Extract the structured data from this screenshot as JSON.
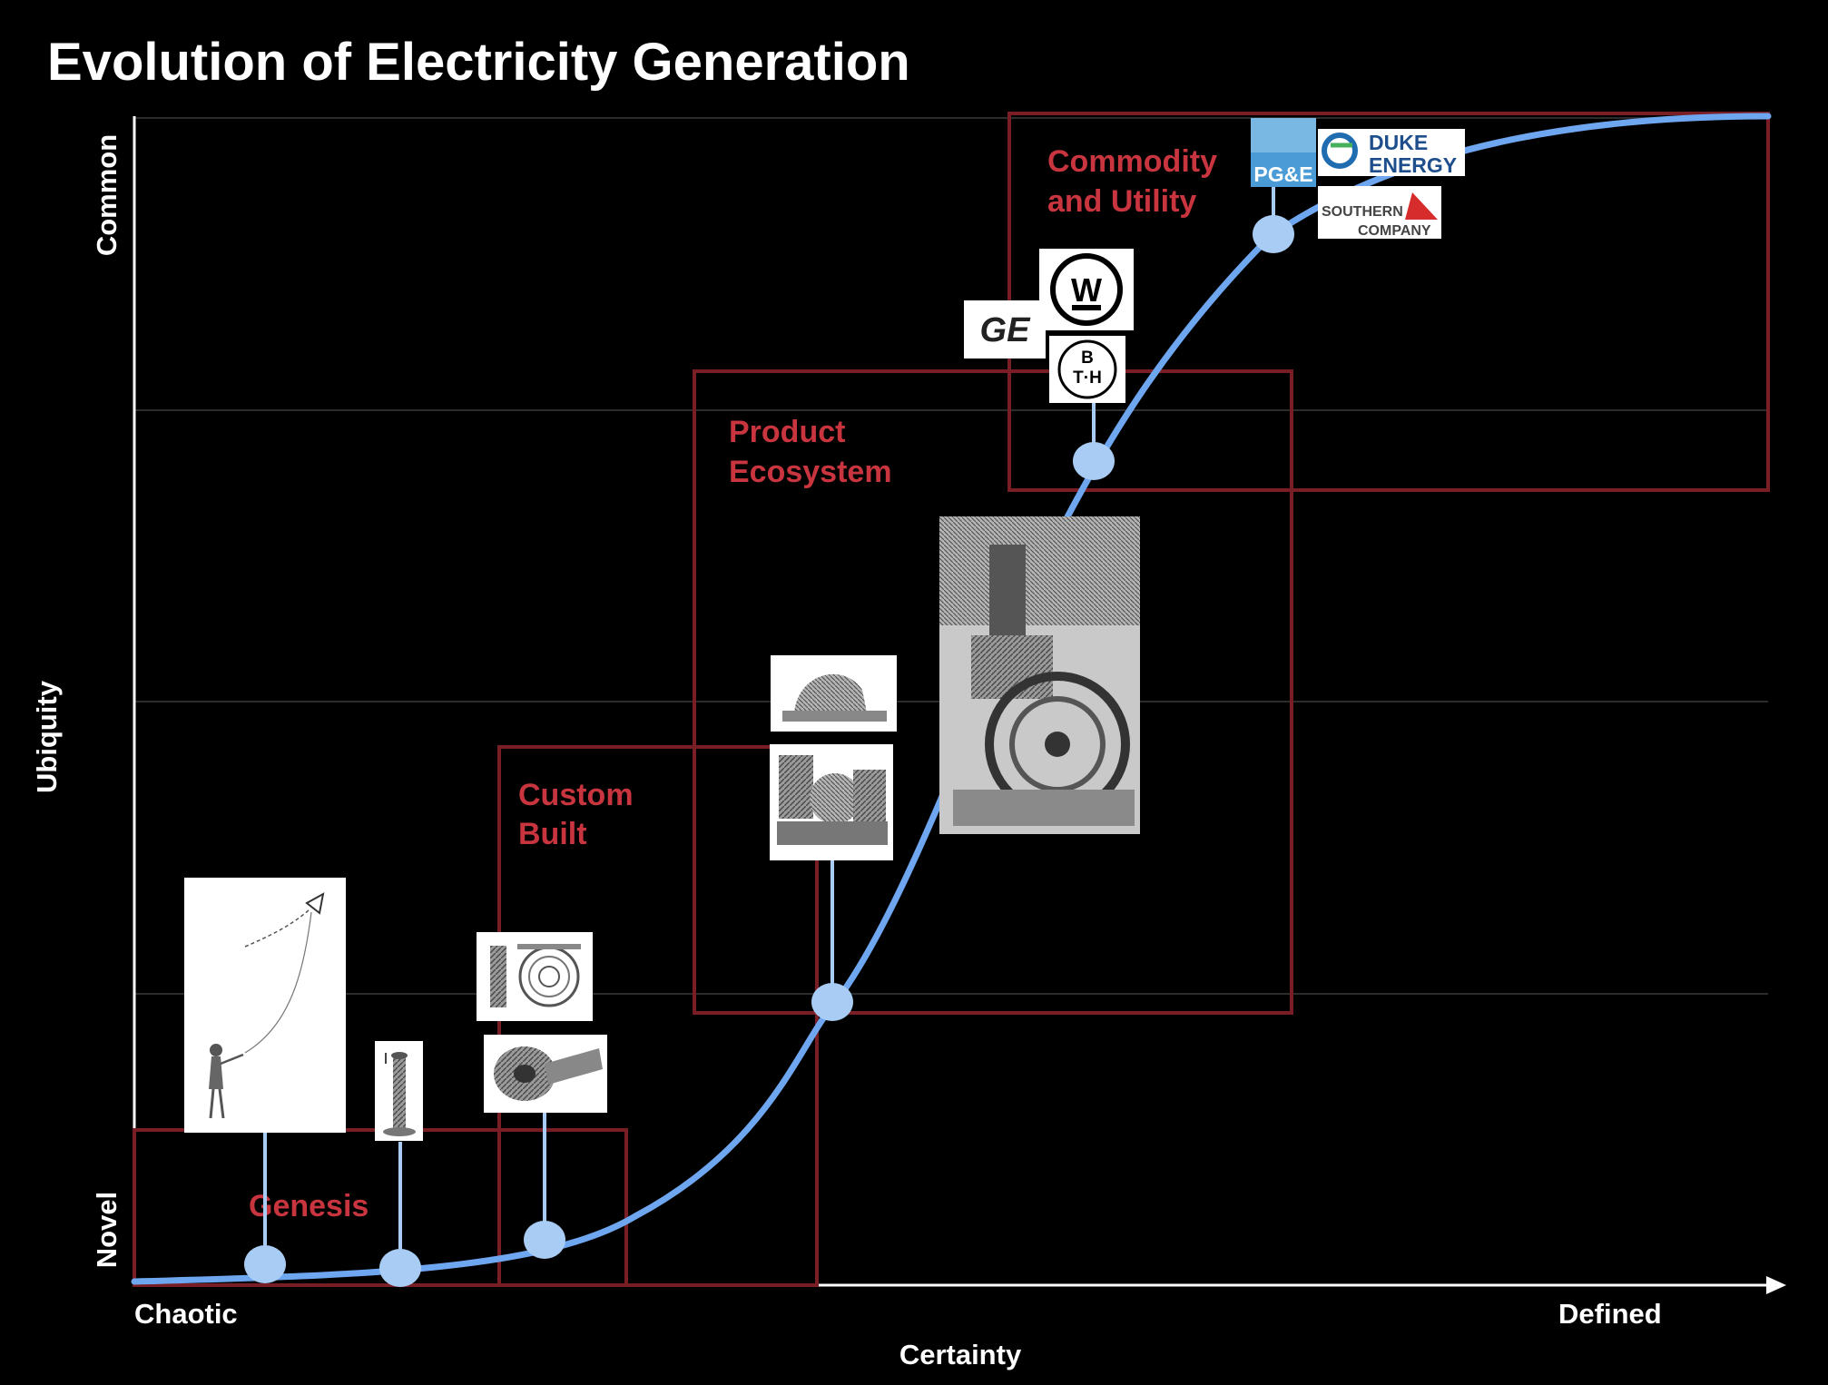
{
  "title": "Evolution of Electricity Generation",
  "axes": {
    "y_label": "Ubiquity",
    "y_top": "Common",
    "y_bottom": "Novel",
    "x_label": "Certainty",
    "x_left": "Chaotic",
    "x_right": "Defined"
  },
  "stages": [
    {
      "label_line1": "Genesis",
      "label_line2": ""
    },
    {
      "label_line1": "Custom",
      "label_line2": "Built"
    },
    {
      "label_line1": "Product",
      "label_line2": "Ecosystem"
    },
    {
      "label_line1": "Commodity",
      "label_line2": "and Utility"
    }
  ],
  "logos": {
    "pge": "PG&E",
    "duke_line1": "DUKE",
    "duke_line2": "ENERGY",
    "southern_line1": "SOUTHERN",
    "southern_line2": "COMPANY",
    "westinghouse": "W",
    "bth_line1": "B",
    "bth_line2": "T·H",
    "ge": "GE"
  },
  "colors": {
    "curve": "#6ea6f0",
    "marker": "#a9ccf4",
    "stage_box": "#7a1e26",
    "stage_label": "#c8353f",
    "grid": "#3a3a3a"
  },
  "icons": [
    "kite-illustration-icon",
    "voltaic-pile-icon",
    "dynamo-diagram-icon",
    "turbine-wheel-icon",
    "generator-machine-icon",
    "steam-generator-icon",
    "power-station-engine-icon",
    "ge-logo-icon",
    "westinghouse-logo-icon",
    "bth-logo-icon",
    "pge-logo-icon",
    "duke-energy-logo-icon",
    "southern-company-logo-icon"
  ]
}
